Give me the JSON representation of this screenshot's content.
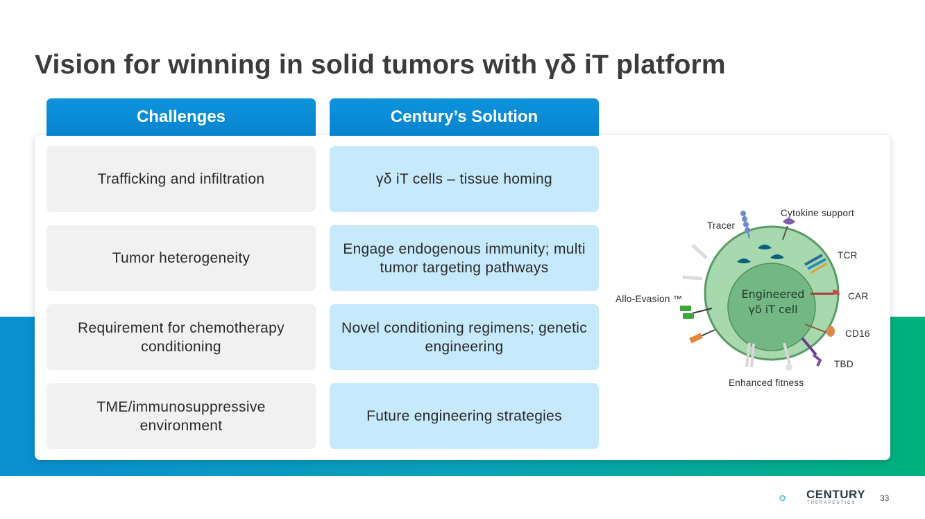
{
  "title": "Vision for winning in solid tumors with γδ iT platform",
  "headers": {
    "challenges": "Challenges",
    "solution": "Century’s Solution"
  },
  "rows": [
    {
      "challenge": "Trafficking and infiltration",
      "solution": "γδ iT cells – tissue homing"
    },
    {
      "challenge": "Tumor heterogeneity",
      "solution": "Engage endogenous immunity; multi tumor targeting pathways"
    },
    {
      "challenge": "Requirement for chemotherapy conditioning",
      "solution": "Novel conditioning regimens; genetic engineering"
    },
    {
      "challenge": "TME/immunosuppressive environment",
      "solution": "Future engineering strategies"
    }
  ],
  "diagram": {
    "center_line1": "Engineered",
    "center_line2": "γδ iT cell",
    "labels": {
      "tracer": "Tracer",
      "cytokine": "Cytokine support",
      "tcr": "TCR",
      "car": "CAR",
      "cd16": "CD16",
      "tbd": "TBD",
      "fitness": "Enhanced fitness",
      "allo": "Allo-Evasion ™"
    }
  },
  "footer": {
    "brand": "CENTURY",
    "brand_sub": "THERAPEUTICS",
    "page": "33"
  },
  "colors": {
    "header_blue": "#0784cf",
    "solution_fill": "#c6e9fb",
    "challenge_fill": "#f1f1f1",
    "cell_green": "#9fd1a6"
  }
}
